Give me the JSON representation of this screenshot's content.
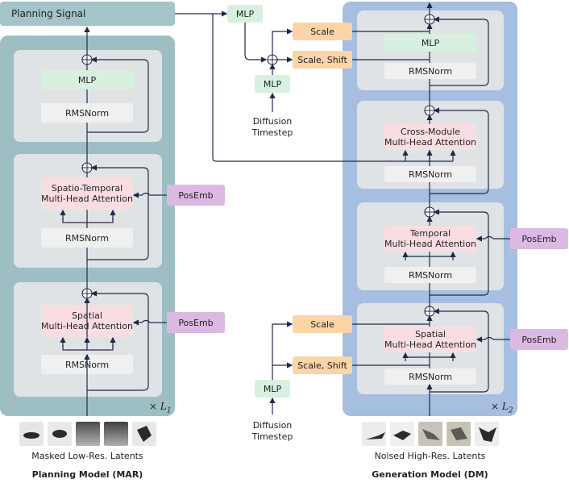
{
  "planning_signal": "Planning Signal",
  "mar": {
    "mlp": "MLP",
    "rmsnorm": "RMSNorm",
    "spatio_temporal_attention": [
      "Spatio-Temporal",
      "Multi-Head Attention"
    ],
    "spatial_attention": [
      "Spatial",
      "Multi-Head Attention"
    ],
    "posemb": "PosEmb",
    "repeat_label": "× L",
    "repeat_sub": "1",
    "caption": "Masked Low-Res. Latents",
    "title": "Planning Model (MAR)"
  },
  "dm": {
    "mlp": "MLP",
    "rmsnorm": "RMSNorm",
    "cross_attention": [
      "Cross-Module",
      "Multi-Head Attention"
    ],
    "temporal_attention": [
      "Temporal",
      "Multi-Head Attention"
    ],
    "spatial_attention": [
      "Spatial",
      "Multi-Head Attention"
    ],
    "posemb": "PosEmb",
    "repeat_label": "× L",
    "repeat_sub": "2",
    "caption": "Noised High-Res. Latents",
    "title": "Generation Model (DM)"
  },
  "conditioning": {
    "mlp": "MLP",
    "scale": "Scale",
    "scale_shift": "Scale, Shift",
    "timestep": [
      "Diffusion",
      "Timestep"
    ]
  },
  "colors": {
    "mar_panel": "#9dbfc4",
    "dm_panel": "#a6bedf",
    "mlp": "#d7f0df",
    "attention": "#fadde3",
    "posemb": "#dcb9e2",
    "scale": "#fbd4a8",
    "rmsnorm": "#f0f0f0"
  }
}
